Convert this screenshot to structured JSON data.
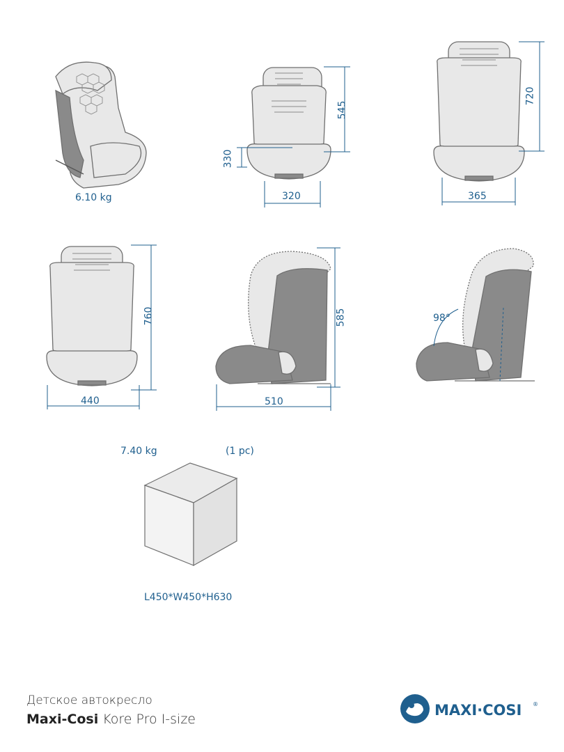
{
  "views": {
    "side_weight": "6.10 kg",
    "front_low": {
      "height": "545",
      "seat": "330",
      "width": "320"
    },
    "front_high": {
      "height": "720",
      "width": "365"
    },
    "front_wide": {
      "height": "760",
      "width": "440"
    },
    "side_depth": {
      "height": "585",
      "depth": "510"
    },
    "side_recline": {
      "angle": "98°"
    }
  },
  "package": {
    "weight": "7.40 kg",
    "count": "(1 pc)",
    "dimensions": "L450*W450*H630"
  },
  "footer": {
    "subtitle": "Детское автокресло",
    "brand": "Maxi-Cosi",
    "model": "Kore Pro I-size",
    "logo_text": "MAXI·COSI",
    "logo_mark": "®"
  },
  "colors": {
    "dimension": "#1f5f8e",
    "outline": "#6f6f6f",
    "fill_light": "#e8e8e8",
    "fill_dark": "#8a8a8a",
    "logo": "#1f5f8e"
  }
}
